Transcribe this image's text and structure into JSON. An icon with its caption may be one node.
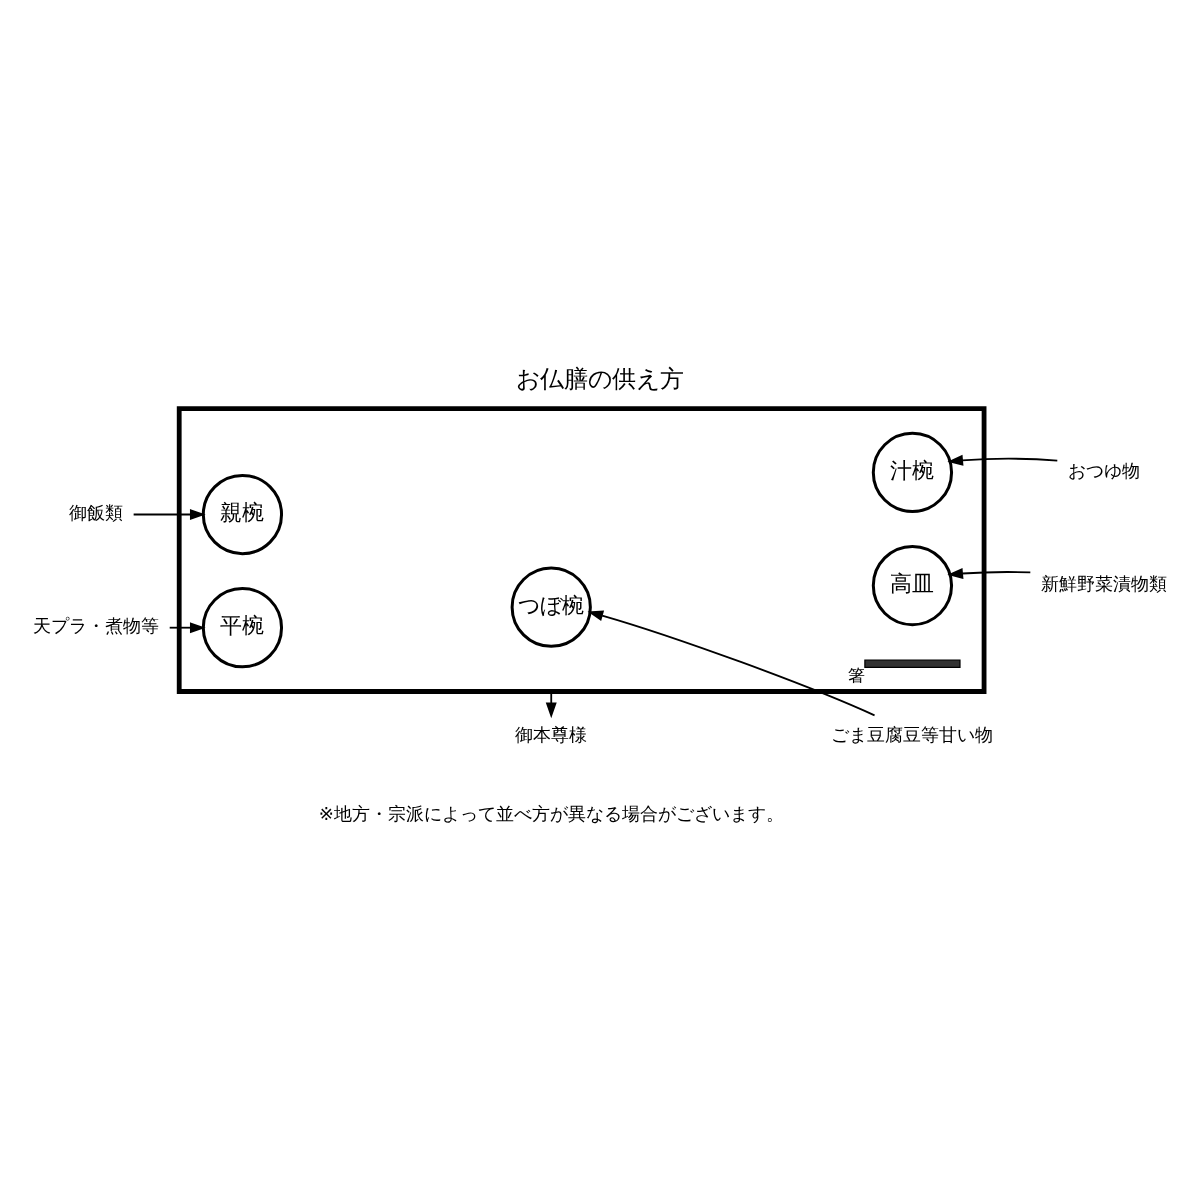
{
  "diagram": {
    "title": "お仏膳の供え方",
    "caption": "※地方・宗派によって並べ方が異なる場合がございます。",
    "nodes": [
      {
        "text": [],
        "shape": "box"
      },
      {
        "text": [
          "天プラ・煮物等"
        ]
      },
      {
        "text": [
          "平椀"
        ],
        "in": 0
      },
      {
        "text": [
          "高皿"
        ],
        "in": 0
      },
      {
        "text": [
          "新鮮野菜漬物類"
        ]
      },
      {
        "text": [
          "つぼ椀"
        ],
        "in": 0
      },
      {
        "text": [
          "ごま豆腐豆等甘い物"
        ]
      },
      {
        "text": [
          "御飯類"
        ]
      },
      {
        "text": [
          "親椀"
        ],
        "in": 0
      },
      {
        "text": [
          "汁椀"
        ],
        "in": 0
      },
      {
        "text": [
          "おつゆ物"
        ]
      },
      {
        "text": [],
        "shape": "bar",
        "in": 0,
        "beside": [
          "箸"
        ]
      },
      {
        "text": [
          "御本尊様"
        ]
      }
    ],
    "edges": [
      {
        "from": 1,
        "to": 2,
        "arrow": "to"
      },
      {
        "from": 4,
        "to": 3,
        "arrow": "to"
      },
      {
        "from": 6,
        "to": 5,
        "arrow": "to"
      },
      {
        "from": 7,
        "to": 8,
        "arrow": "to"
      },
      {
        "from": 10,
        "to": 9,
        "arrow": "to"
      },
      {
        "from": 0,
        "to": 12,
        "arrow": "to"
      }
    ]
  }
}
